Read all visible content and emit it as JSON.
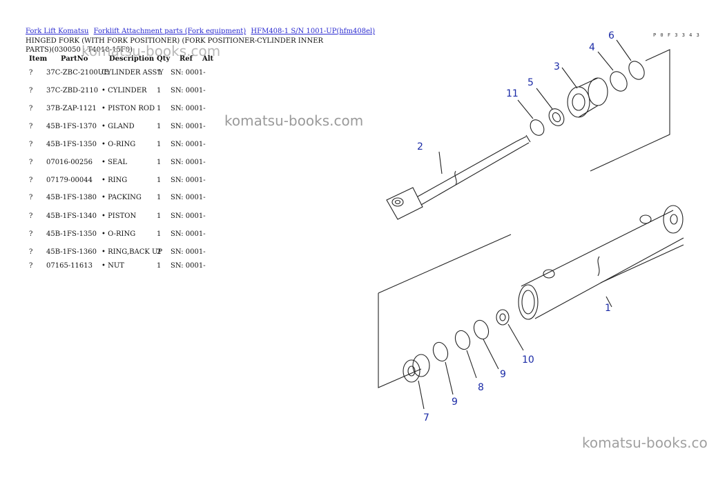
{
  "breadcrumb": {
    "link1": "Fork Lift Komatsu",
    "link2": "Forklift Attachment parts (Fork equipment)",
    "link3": "HFM408-1 S/N 1001-UP(hfm408el)"
  },
  "title": "HINGED FORK (WITH FORK POSITIONER) (FORK POSITIONER-CYLINDER INNER PARTS)(030050 : T4010-15F0)",
  "watermark": "komatsu-books.com",
  "drawing_number": "P 0 F 3 3 4 3",
  "table": {
    "headers": {
      "item": "Item",
      "part": "PartNo",
      "desc": "Description",
      "qty": "Qty",
      "ref": "Ref",
      "alt": "Alt"
    },
    "rows": [
      {
        "item": "?",
        "part": "37C-ZBC-2100UE",
        "desc": "CYLINDER ASS'Y",
        "qty": "1",
        "ref": "SN: 0001-"
      },
      {
        "item": "?",
        "part": "37C-ZBD-2110",
        "desc": "• CYLINDER",
        "qty": "1",
        "ref": "SN: 0001-"
      },
      {
        "item": "?",
        "part": "37B-ZAP-1121",
        "desc": "• PISTON ROD",
        "qty": "1",
        "ref": "SN: 0001-"
      },
      {
        "item": "?",
        "part": "45B-1FS-1370",
        "desc": "• GLAND",
        "qty": "1",
        "ref": "SN: 0001-"
      },
      {
        "item": "?",
        "part": "45B-1FS-1350",
        "desc": "• O-RING",
        "qty": "1",
        "ref": "SN: 0001-"
      },
      {
        "item": "?",
        "part": "07016-00256",
        "desc": "• SEAL",
        "qty": "1",
        "ref": "SN: 0001-"
      },
      {
        "item": "?",
        "part": "07179-00044",
        "desc": "• RING",
        "qty": "1",
        "ref": "SN: 0001-"
      },
      {
        "item": "?",
        "part": "45B-1FS-1380",
        "desc": "• PACKING",
        "qty": "1",
        "ref": "SN: 0001-"
      },
      {
        "item": "?",
        "part": "45B-1FS-1340",
        "desc": "• PISTON",
        "qty": "1",
        "ref": "SN: 0001-"
      },
      {
        "item": "?",
        "part": "45B-1FS-1350",
        "desc": "• O-RING",
        "qty": "1",
        "ref": "SN: 0001-"
      },
      {
        "item": "?",
        "part": "45B-1FS-1360",
        "desc": "• RING,BACK UP",
        "qty": "2",
        "ref": "SN: 0001-"
      },
      {
        "item": "?",
        "part": "07165-11613",
        "desc": "• NUT",
        "qty": "1",
        "ref": "SN: 0001-"
      }
    ]
  },
  "callouts": {
    "n1": "1",
    "n2": "2",
    "n3": "3",
    "n4": "4",
    "n5": "5",
    "n6": "6",
    "n7": "7",
    "n8": "8",
    "n9a": "9",
    "n9b": "9",
    "n10": "10",
    "n11": "11"
  },
  "colors": {
    "link": "#2a2ad0",
    "callout": "#1a2aa6",
    "watermark": "#a0a0a0"
  }
}
